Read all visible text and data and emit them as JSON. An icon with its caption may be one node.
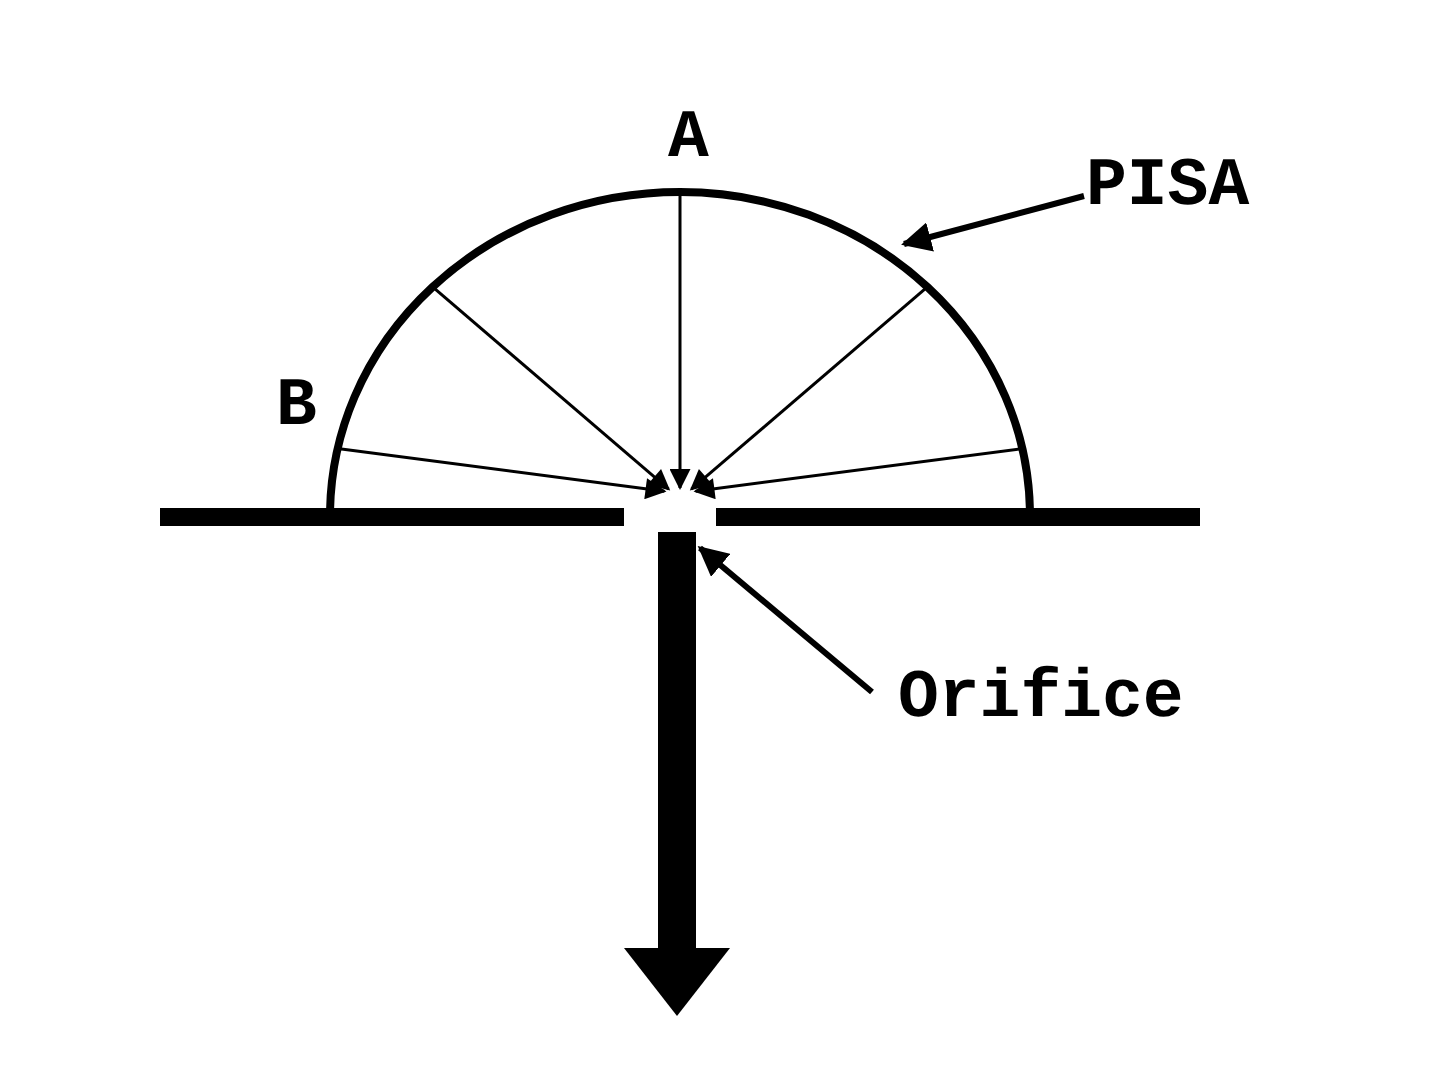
{
  "diagram": {
    "nodes": [
      {
        "text": [
          "PISA"
        ]
      },
      {
        "text": [],
        "shape": "hemisphere"
      },
      {
        "text": [
          "Orifice"
        ]
      },
      {
        "text": [],
        "shape": "arrow"
      }
    ],
    "edges": [
      {
        "from": 0,
        "to": 1,
        "arrow": "to"
      },
      {
        "from": 2,
        "to": 3,
        "arrow": "to"
      }
    ],
    "labels": [
      "A",
      "B"
    ]
  }
}
